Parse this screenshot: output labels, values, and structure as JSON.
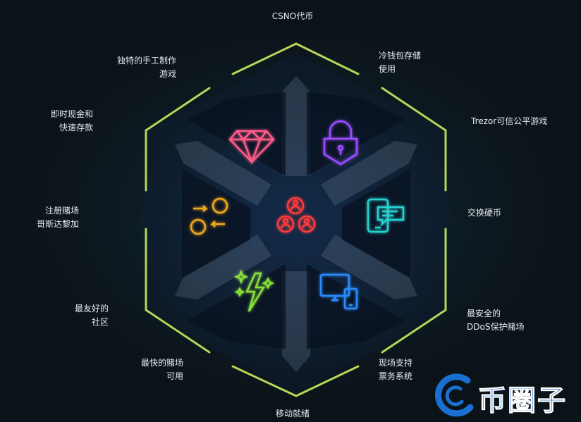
{
  "features": {
    "top": "CSNO代币",
    "top_right_1": [
      "冷钱包存储",
      "使用"
    ],
    "right_1": "Trezor可信公平游戏",
    "right_2": "交换硬币",
    "right_3": [
      "最安全的",
      "DDoS保护赌场"
    ],
    "bottom_right": [
      "现场支持",
      "票务系统"
    ],
    "bottom": "移动就绪",
    "bottom_left": [
      "最快的赌场",
      "可用"
    ],
    "left_3": [
      "最友好的",
      "社区"
    ],
    "left_2": [
      "注册赌场",
      "哥斯达黎加"
    ],
    "left_1": [
      "即时现金和",
      "快速存款"
    ],
    "top_left": [
      "独特的手工制作",
      "游戏"
    ]
  },
  "icons": [
    "diamond-icon",
    "lock-icon",
    "chat-phone-icon",
    "devices-icon",
    "lightning-sparkle-icon",
    "exchange-coins-icon",
    "community-network-icon"
  ],
  "colors": {
    "hexagon_stroke": "#b6d65a",
    "diamond": "#ff5c8a",
    "lock": "#9b4dff",
    "chat": "#28d3d0",
    "devices": "#2b8dff",
    "lightning": "#8be03c",
    "exchange": "#f2a81b",
    "center": "#ff3b3b"
  },
  "watermark": {
    "text": "币圈子"
  }
}
